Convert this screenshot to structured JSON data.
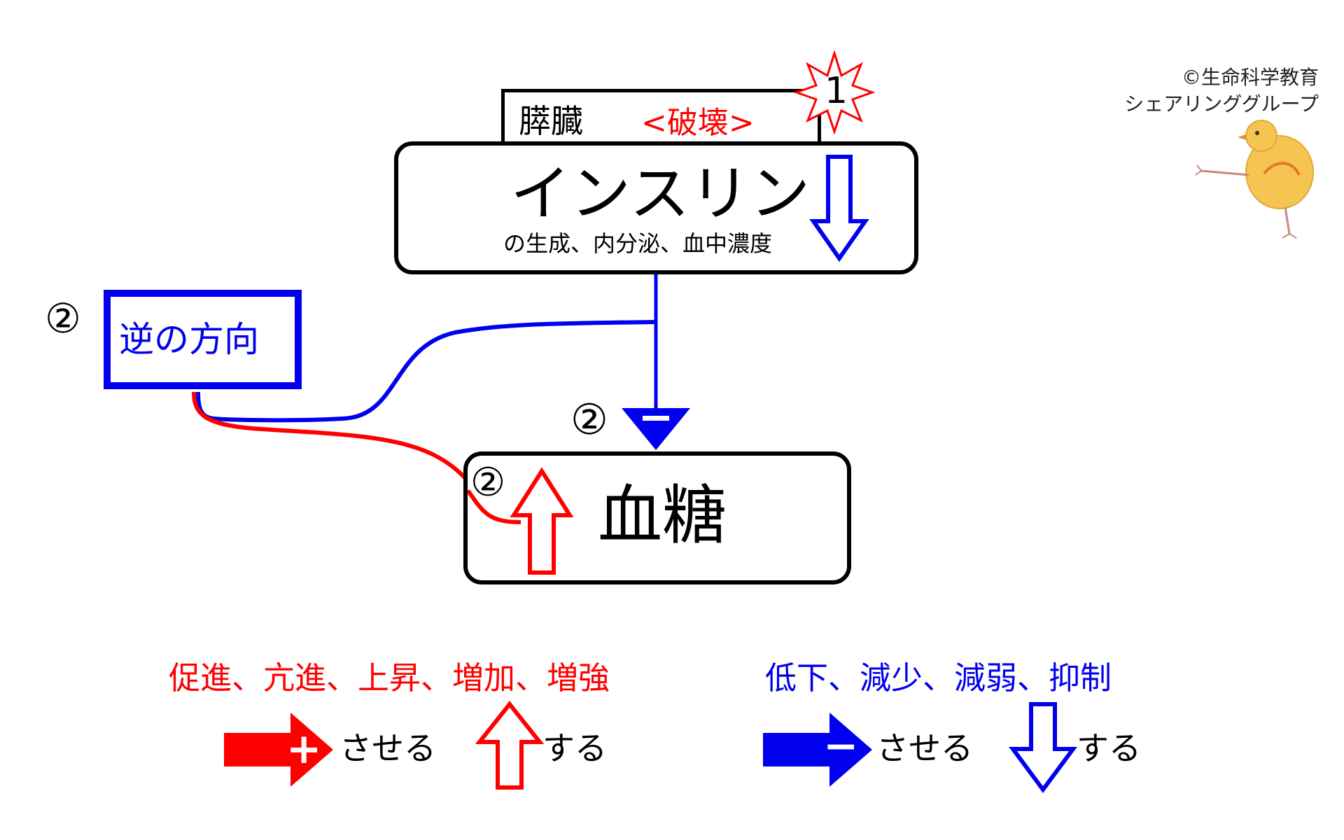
{
  "copyright": {
    "line1": "©生命科学教育",
    "line2": "シェアリンググループ"
  },
  "pancreas": {
    "organ_label": "膵臓",
    "state_label": "<破壊>"
  },
  "insulin": {
    "title": "インスリン",
    "subtitle": "の生成、内分泌、血中濃度",
    "change": "down"
  },
  "glucose": {
    "title": "血糖",
    "change": "up"
  },
  "reverse": {
    "label": "逆の方向"
  },
  "markers": {
    "step1": "1",
    "step2_reverse": "②",
    "step2_inhibit": "②",
    "step2_glucose": "②"
  },
  "legend": {
    "increase_words": "促進、亢進、上昇、増加、増強",
    "decrease_words": "低下、減少、減弱、抑制",
    "promote_suffix": "させる",
    "increase_suffix": "する",
    "inhibit_suffix": "させる",
    "decrease_suffix": "する",
    "plus_symbol": "+",
    "minus_symbol": "−"
  },
  "colors": {
    "increase": "#ff0000",
    "decrease": "#0000ee",
    "text": "#000000",
    "chick_body": "#f5c451"
  }
}
